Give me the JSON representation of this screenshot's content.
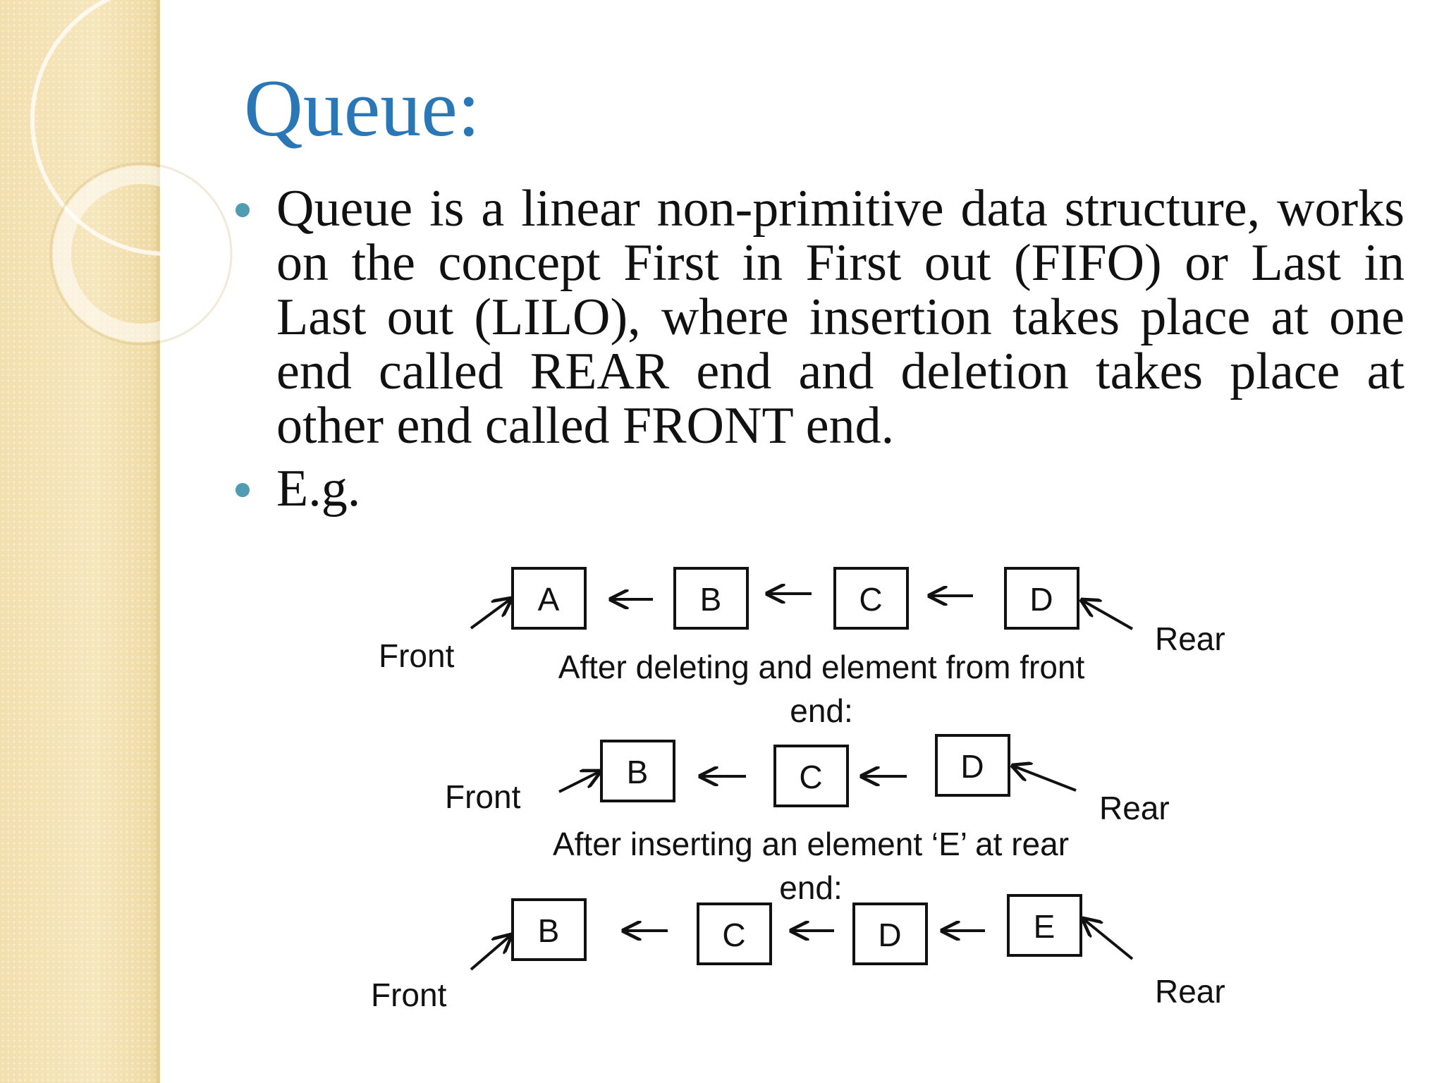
{
  "slide": {
    "title": "Queue:",
    "bullets": [
      {
        "text": "Queue is a linear non-primitive data structure, works on the concept First in First out (FIFO) or Last in Last out (LILO), where insertion takes place at one end called REAR end and deletion takes place at other end called FRONT end."
      },
      {
        "text": "E.g."
      }
    ]
  },
  "diagram": {
    "rows": [
      {
        "items": [
          "A",
          "B",
          "C",
          "D"
        ],
        "front_label": "Front",
        "rear_label": "Rear"
      },
      {
        "items": [
          "B",
          "C",
          "D"
        ],
        "front_label": "Front",
        "rear_label": "Rear"
      },
      {
        "items": [
          "B",
          "C",
          "D",
          "E"
        ],
        "front_label": "Front",
        "rear_label": "Rear"
      }
    ],
    "captions": [
      {
        "line1": "After deleting and element from front",
        "line2": "end:"
      },
      {
        "line1": "After inserting  an element ‘E’ at rear",
        "line2": "end:"
      }
    ]
  },
  "colors": {
    "title": "#2a77b8",
    "bullet": "#4f9cb3",
    "sidebar": "#f4e2b2",
    "text": "#111111"
  }
}
